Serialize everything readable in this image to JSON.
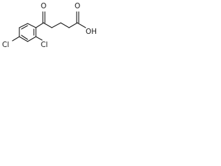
{
  "molecule": {
    "labels": {
      "ketone_oxygen": "O",
      "chlorine_ring_left": "Cl",
      "chlorine_ring_ortho": "Cl",
      "carboxyl_group": "OH",
      "carbonyl_oxygen_acid": "O"
    },
    "colors": {
      "bond": "#1a1a1a",
      "label": "#1a1a1a",
      "background": "#ffffff"
    }
  }
}
